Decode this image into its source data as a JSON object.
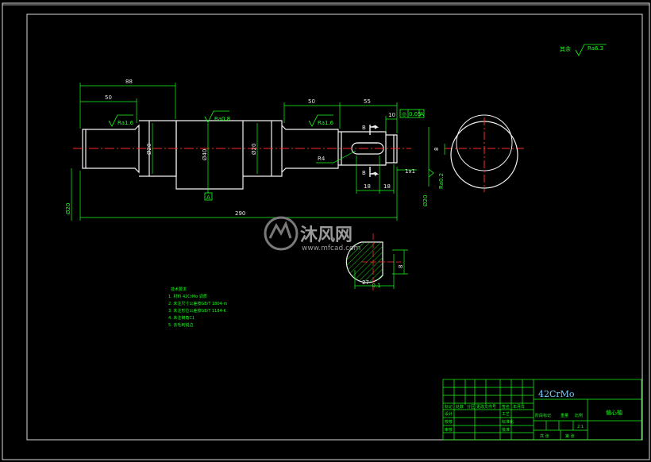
{
  "colors": {
    "background": "#000000",
    "outline": "#ffffff",
    "dimension": "#19ff19",
    "centerline": "#ff2a2a",
    "symbol": "#19ff19"
  },
  "roughness": {
    "rest_label": "其余",
    "rest_value": "Ra6.3",
    "r1": "Ra1.6",
    "r2": "Ra0.8",
    "r3": "Ra1.6",
    "r4": "Ra0.2"
  },
  "dims": {
    "d88": "88",
    "d50a": "50",
    "d50b": "50",
    "d55": "55",
    "d10": "10",
    "d20a": "Ø20",
    "d40": "Ø40",
    "d20b": "Ø20",
    "d290": "290",
    "dR4": "R4",
    "d18a": "18",
    "d18b": "18",
    "d1x1": "1x1",
    "d8": "8",
    "dia_left": "Ø20",
    "dia_right": "Ø20",
    "sec_27": "27",
    "sec_tol": "-0.1",
    "sec_8": "8",
    "datumA": "A",
    "sectionB": "B"
  },
  "tolerance_frame": {
    "symbol": "◎",
    "value": "0.05",
    "datum": "A"
  },
  "notes": {
    "title": "技术要求",
    "items": [
      "1. 材料 42CrMo 调质",
      "2. 未注尺寸公差按GB/T 1804-m",
      "3. 未注形位公差按GB/T 1184-K",
      "4. 未注倒角C1",
      "5. 去毛刺锐边"
    ]
  },
  "title_block": {
    "material": "42CrMo",
    "part_name": "偏心轴",
    "scale": "2:1",
    "hdr_row": [
      "标记",
      "处数",
      "分区",
      "更改文件号",
      "签名",
      "年月日"
    ],
    "roles": [
      "设计",
      "校核",
      "审核",
      "工艺",
      "标准化",
      "批准"
    ],
    "stage": [
      "阶段标记",
      "重量",
      "比例"
    ],
    "sheet": [
      "共 张",
      "第 张"
    ]
  },
  "watermark": {
    "cn": "沐风网",
    "url": "www.mfcad.com"
  }
}
